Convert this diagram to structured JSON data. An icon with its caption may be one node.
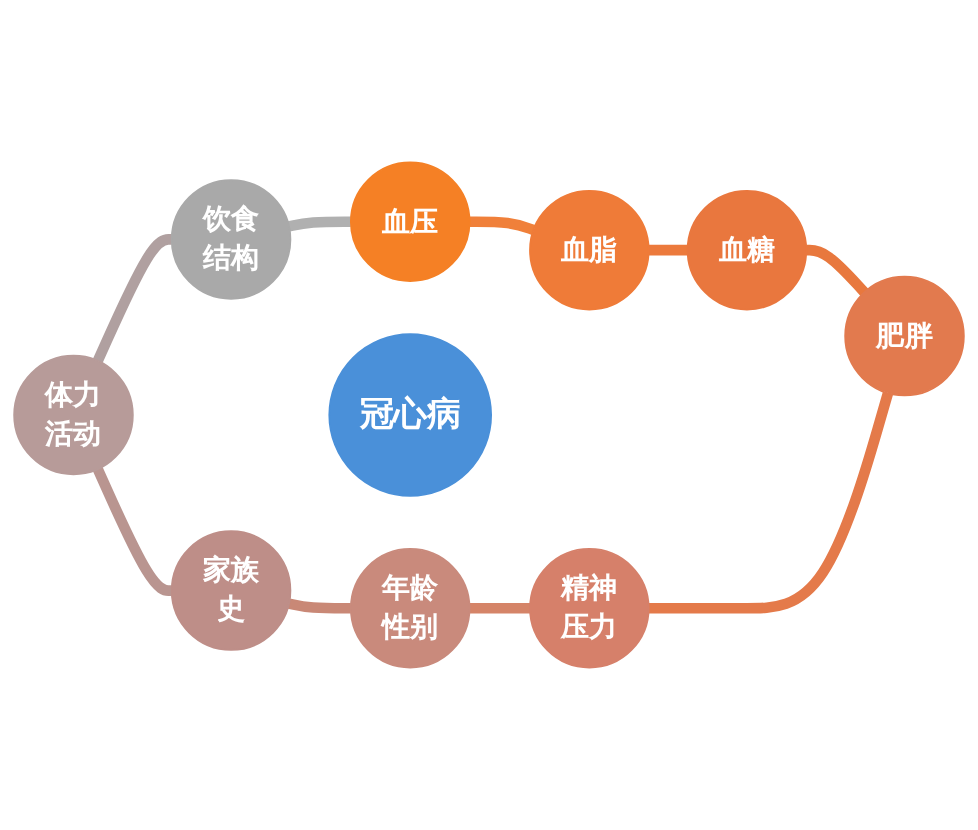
{
  "diagram": {
    "nodes": [
      {
        "text": [
          "冠心病"
        ]
      },
      {
        "text": [
          "血压"
        ]
      },
      {
        "text": [
          "血脂"
        ]
      },
      {
        "text": [
          "血糖"
        ]
      },
      {
        "text": [
          "肥胖"
        ]
      },
      {
        "text": [
          "精神压力"
        ]
      },
      {
        "text": [
          "年龄性别"
        ]
      },
      {
        "text": [
          "家族史"
        ]
      },
      {
        "text": [
          "体力活动"
        ]
      },
      {
        "text": [
          "饮食结构"
        ]
      }
    ],
    "edges": [
      {
        "from": 1,
        "to": 2,
        "arrow": "none",
        "color": "#f0803a"
      },
      {
        "from": 2,
        "to": 3,
        "arrow": "none",
        "color": "#ec7a3c"
      },
      {
        "from": 3,
        "to": 4,
        "arrow": "none",
        "color": "#e8783e"
      },
      {
        "from": 5,
        "to": 4,
        "arrow": "none",
        "color": "#e47a4a"
      },
      {
        "from": 6,
        "to": 5,
        "arrow": "none",
        "color": "#d58468"
      },
      {
        "from": 7,
        "to": 6,
        "arrow": "none",
        "color": "#c98876"
      },
      {
        "from": 8,
        "to": 7,
        "arrow": "none",
        "color": "#b99590"
      },
      {
        "from": 8,
        "to": 9,
        "arrow": "none",
        "color": "#b0a0a0"
      },
      {
        "from": 9,
        "to": 1,
        "arrow": "none",
        "color": "#b0b0b0"
      }
    ]
  }
}
